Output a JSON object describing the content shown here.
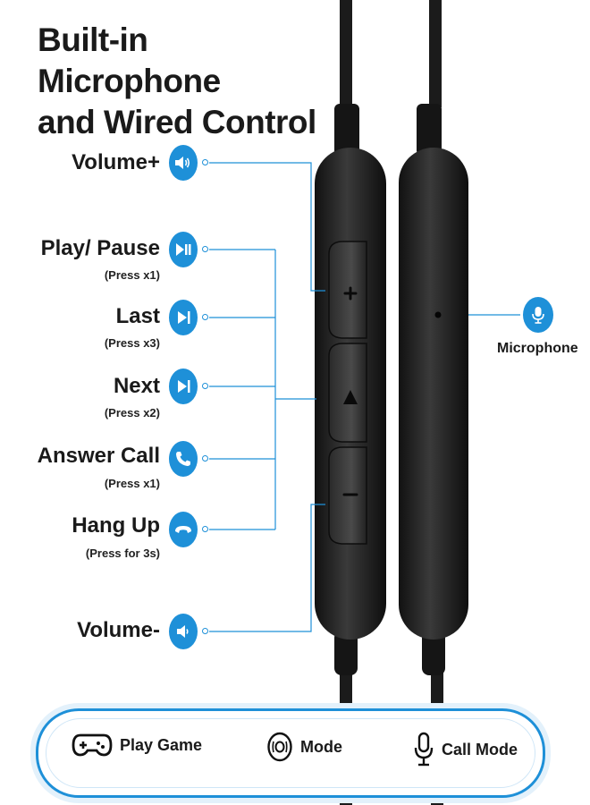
{
  "title": {
    "line1": "Built-in Microphone",
    "line2": "and Wired Control"
  },
  "accent_color": "#1e90d8",
  "controls": [
    {
      "label": "Volume+",
      "note": "",
      "icon": "volume-up-icon"
    },
    {
      "label": "Play/ Pause",
      "note": "(Press x1)",
      "icon": "play-pause-icon"
    },
    {
      "label": "Last",
      "note": "(Press x3)",
      "icon": "previous-track-icon"
    },
    {
      "label": "Next",
      "note": "(Press x2)",
      "icon": "next-track-icon"
    },
    {
      "label": "Answer Call",
      "note": "(Press x1)",
      "icon": "phone-icon"
    },
    {
      "label": "Hang Up",
      "note": "(Press for 3s)",
      "icon": "hang-up-icon"
    },
    {
      "label": "Volume-",
      "note": "",
      "icon": "volume-down-icon"
    }
  ],
  "microphone": {
    "label": "Microphone",
    "icon": "microphone-icon"
  },
  "modes": [
    {
      "label": "Play Game",
      "icon": "gamepad-icon"
    },
    {
      "label": "Mode",
      "icon": "disc-mode-icon"
    },
    {
      "label": "Call Mode",
      "icon": "microphone-icon"
    }
  ]
}
